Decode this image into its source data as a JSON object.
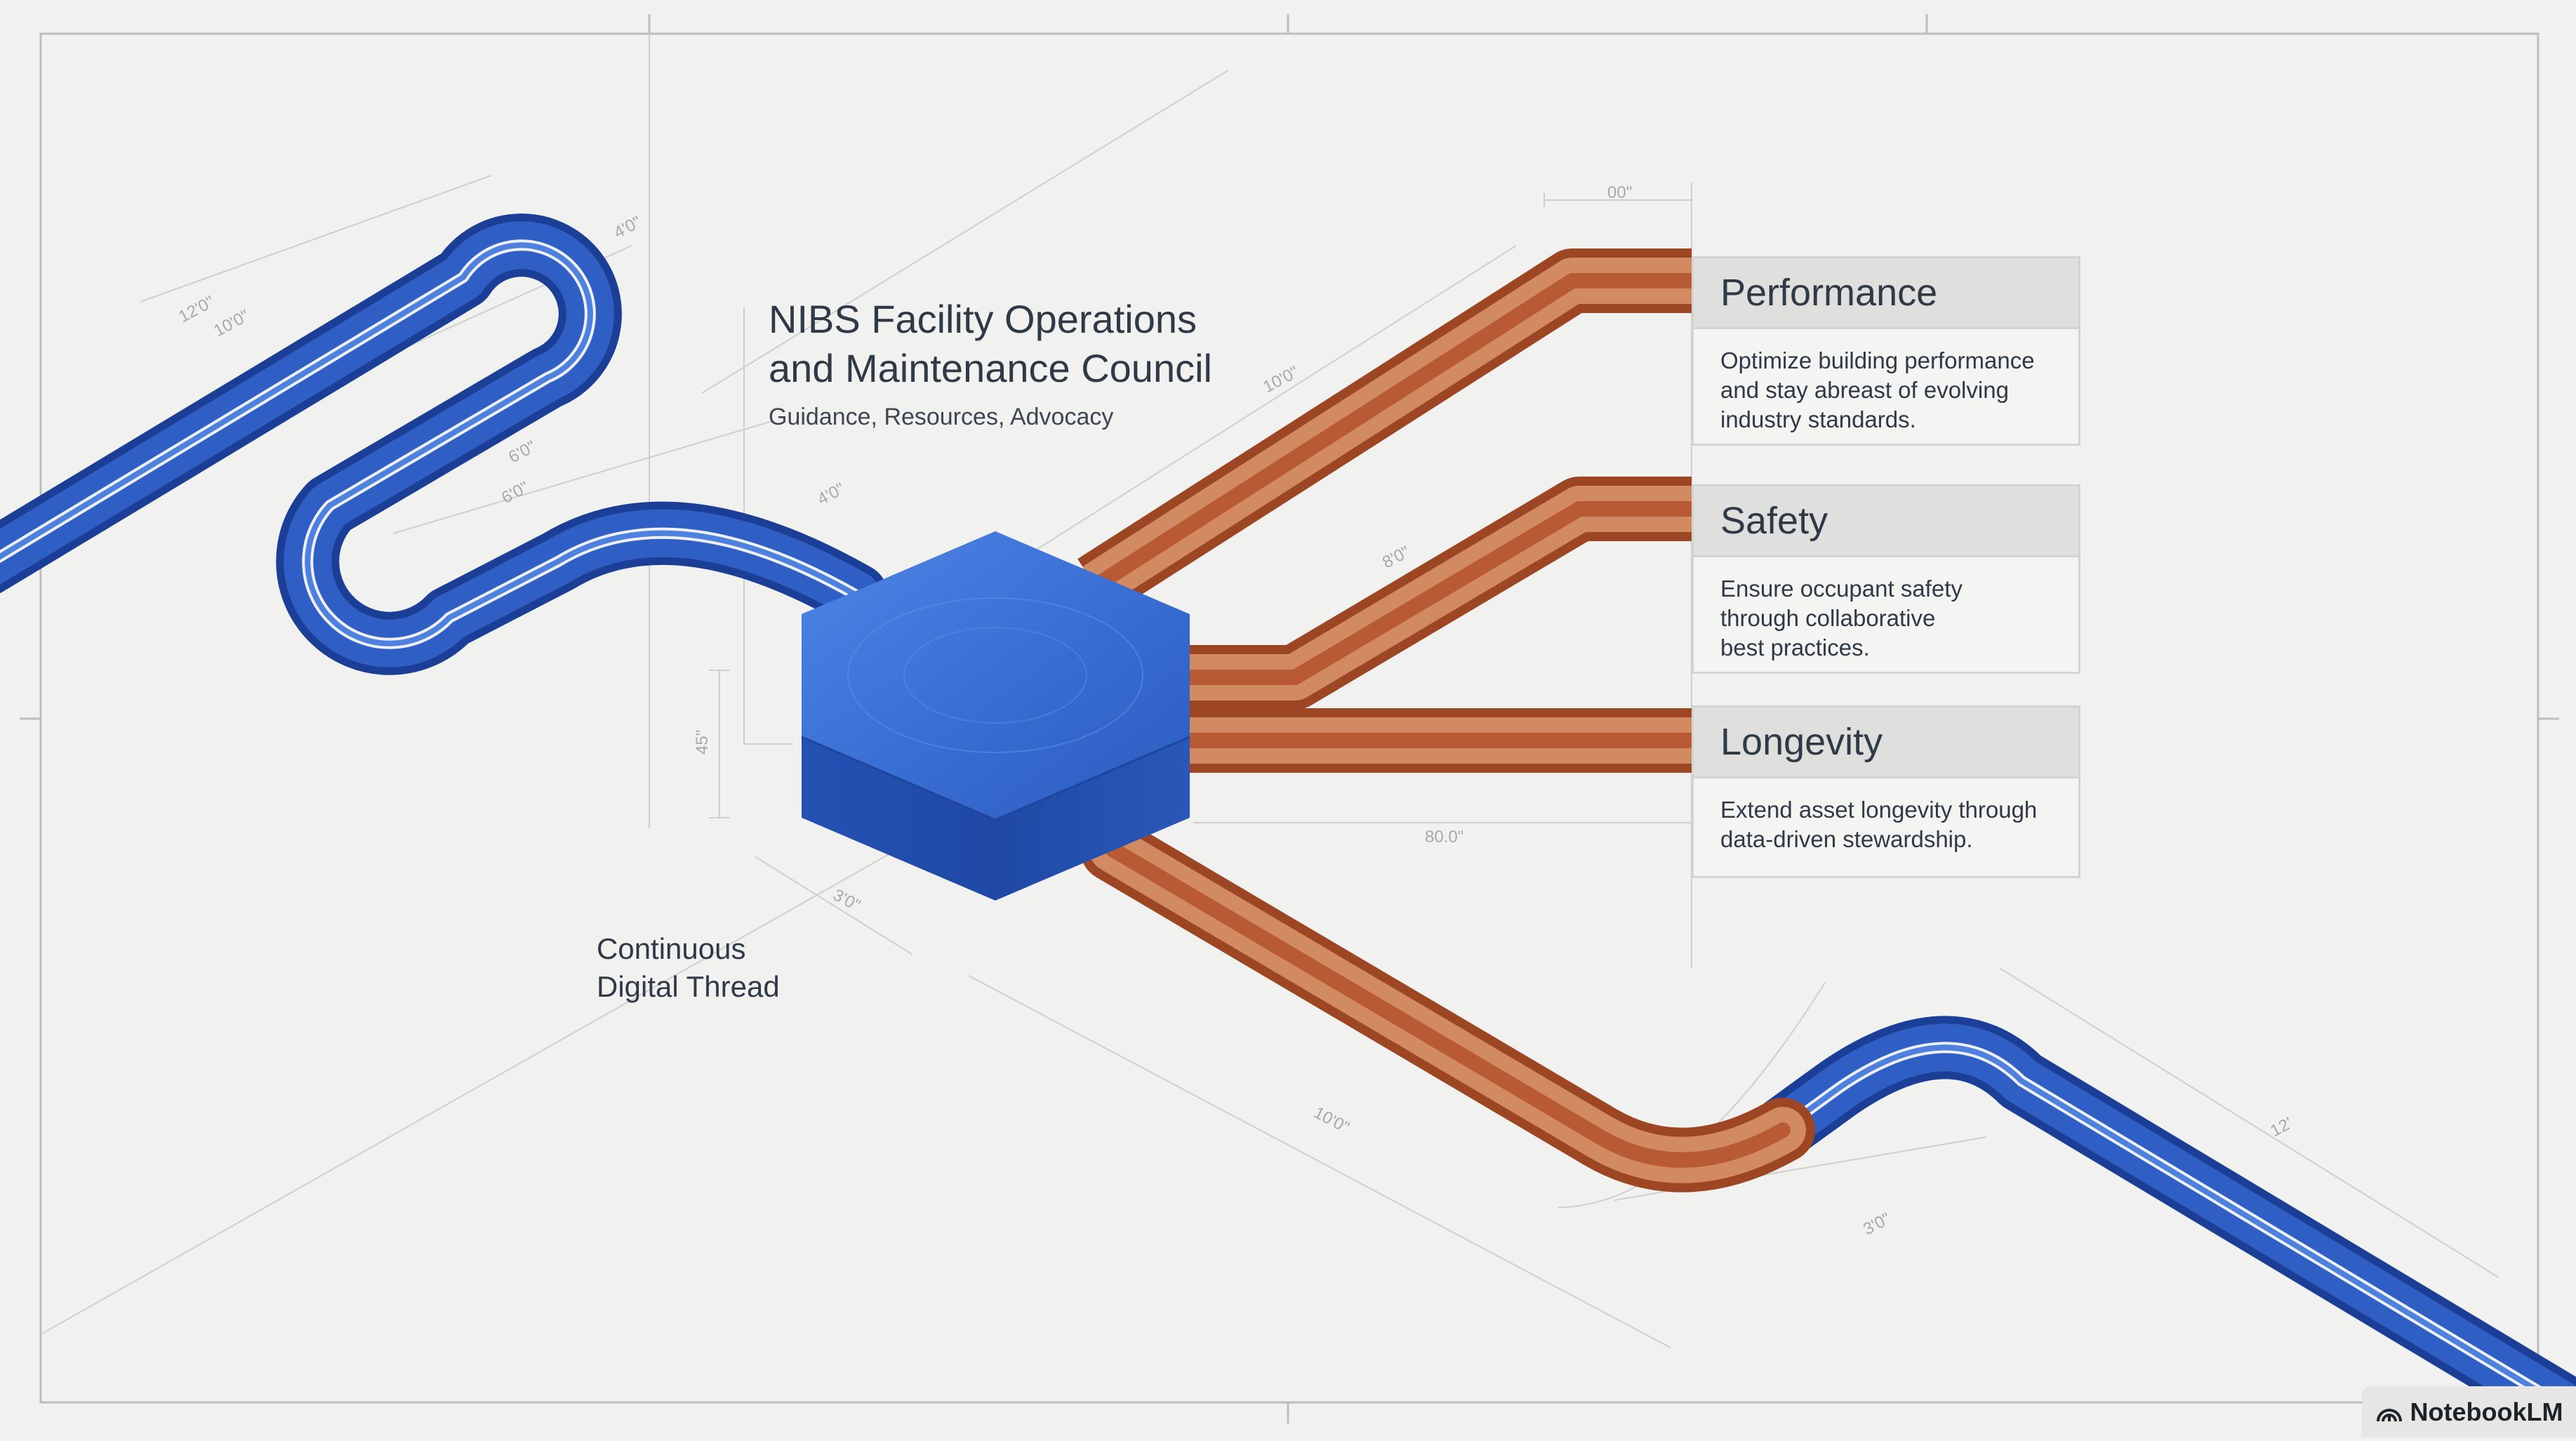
{
  "title": {
    "lines": [
      "NIBS Facility Operations",
      "and Maintenance Council"
    ],
    "subtitle": "Guidance, Resources, Advocacy"
  },
  "thread_label": {
    "lines": [
      "Continuous",
      "Digital Thread"
    ]
  },
  "cards": [
    {
      "title": "Performance",
      "lines": [
        "Optimize building performance",
        "and stay abreast of evolving",
        "industry standards."
      ]
    },
    {
      "title": "Safety",
      "lines": [
        "Ensure occupant safety",
        "through collaborative",
        "best practices."
      ]
    },
    {
      "title": "Longevity",
      "lines": [
        "Extend asset longevity through",
        "data-driven stewardship."
      ]
    }
  ],
  "dimension_labels": [
    "00\"",
    "12'0\"",
    "10'0\"",
    "10'0\"",
    "6'0\"",
    "6'0\"",
    "4'0\"",
    "8'0\"",
    "4'0\"",
    "45\"",
    "3'0\"",
    "80.0\"",
    "10'0\"",
    "12'",
    "3'0\""
  ],
  "watermark": {
    "text": "NotebookLM",
    "icon": "notebooklm-logo-icon"
  },
  "colors": {
    "background": "#f1f1ef",
    "blue_pipe": "#2f5fc4",
    "copper_pipe": "#c6683f",
    "hexagon": "#3468d0",
    "card_header": "#dfdfdd",
    "text": "#2f3a46"
  }
}
